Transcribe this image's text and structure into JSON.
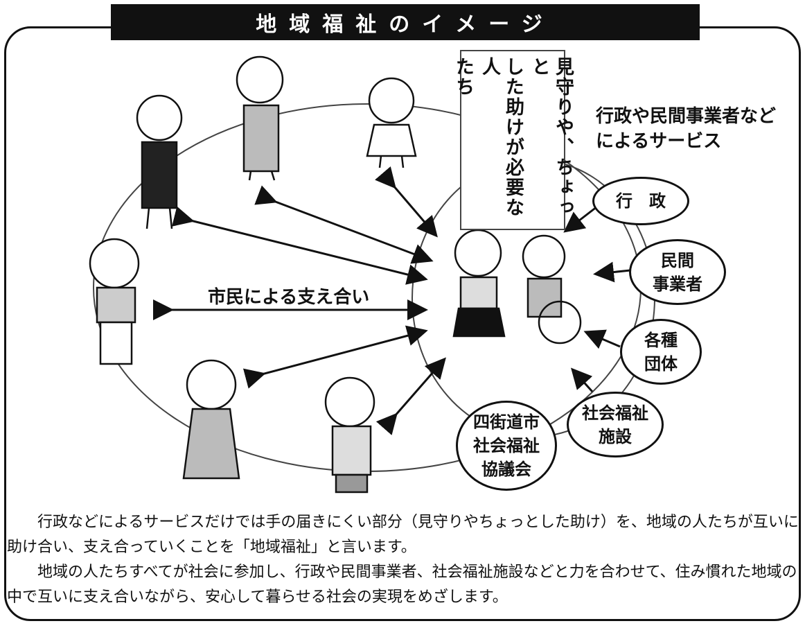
{
  "title": "地域福祉のイメージ",
  "needs_box": {
    "lines": [
      "見守りや、ちょっと",
      "した助けが必要な人",
      "たち"
    ]
  },
  "services_label": {
    "line1": "行政や民間事業者など",
    "line2": "によるサービス"
  },
  "center_label": "市民による支え合い",
  "bubbles": {
    "gyosei": "行　政",
    "minkan_l1": "民間",
    "minkan_l2": "事業者",
    "kakushu_l1": "各種",
    "kakushu_l2": "団体",
    "shisetsu_l1": "社会福祉",
    "shisetsu_l2": "施設",
    "kyogikai_l1": "四街道市",
    "kyogikai_l2": "社会福祉",
    "kyogikai_l3": "協議会"
  },
  "description": {
    "p1": "行政などによるサービスだけでは手の届きにくい部分（見守りやちょっとした助け）を、地域の人たちが互いに助け合い、支え合っていくことを「地域福祉」と言います。",
    "p2": "地域の人たちすべてが社会に参加し、行政や民間事業者、社会福祉施設などと力を合わせて、住み慣れた地域の中で互いに支え合いながら、安心して暮らせる社会の実現をめざします。"
  }
}
